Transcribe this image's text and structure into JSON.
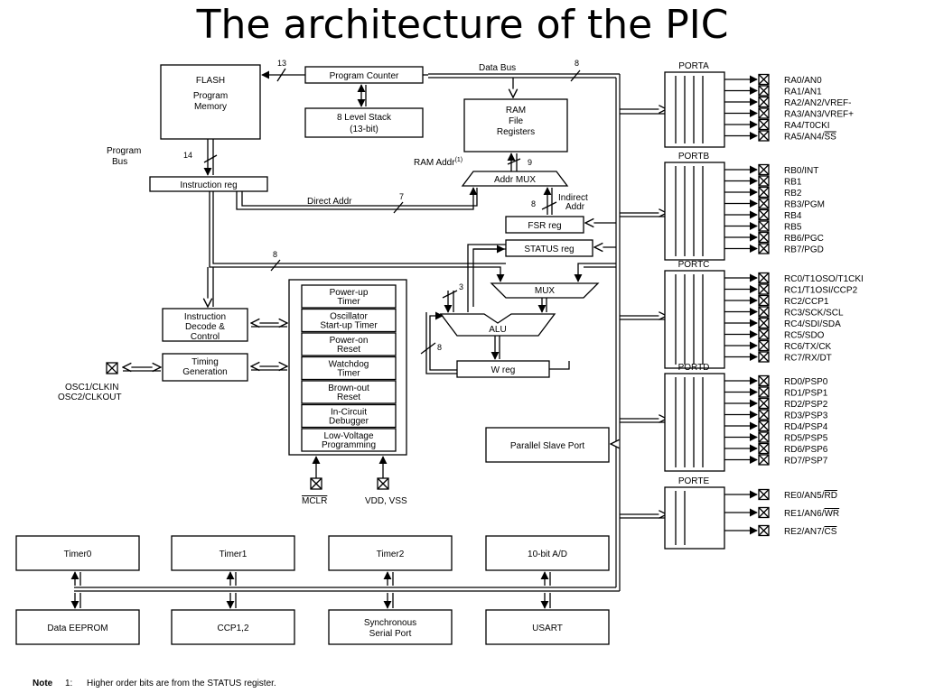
{
  "title": "The architecture of the PIC",
  "core": {
    "flash": [
      "FLASH",
      "Program",
      "Memory"
    ],
    "program_counter": "Program Counter",
    "stack": [
      "8 Level Stack",
      "(13-bit)"
    ],
    "data_bus": "Data Bus",
    "ram": [
      "RAM",
      "File",
      "Registers"
    ],
    "ram_addr": "RAM Addr",
    "ram_addr_note": "(1)",
    "program_bus": [
      "Program",
      "Bus"
    ],
    "instruction_reg": "Instruction reg",
    "addr_mux": "Addr MUX",
    "direct_addr": "Direct Addr",
    "indirect_addr": [
      "Indirect",
      "Addr"
    ],
    "fsr_reg": "FSR reg",
    "status_reg": "STATUS reg",
    "mux": "MUX",
    "alu": "ALU",
    "w_reg": "W reg",
    "instruction_decode": [
      "Instruction",
      "Decode &",
      "Control"
    ],
    "timing_generation": [
      "Timing",
      "Generation"
    ],
    "osc": [
      "OSC1/CLKIN",
      "OSC2/CLKOUT"
    ],
    "parallel_slave_port": "Parallel Slave Port",
    "mclr": "MCLR",
    "vdd_vss": "VDD, VSS"
  },
  "bus_widths": {
    "pc": "13",
    "data_bus": "8",
    "program_bus": "14",
    "ram_addr": "9",
    "direct_addr": "7",
    "indirect_addr": "8",
    "internal": "8",
    "alu_in": "3",
    "w_loop": "8"
  },
  "control_stack": [
    [
      "Power-up",
      "Timer"
    ],
    [
      "Oscillator",
      "Start-up Timer"
    ],
    [
      "Power-on",
      "Reset"
    ],
    [
      "Watchdog",
      "Timer"
    ],
    [
      "Brown-out",
      "Reset"
    ],
    [
      "In-Circuit",
      "Debugger"
    ],
    [
      "Low-Voltage",
      "Programming"
    ]
  ],
  "ports": [
    {
      "name": "PORTA",
      "pins": [
        "RA0/AN0",
        "RA1/AN1",
        "RA2/AN2/VREF-",
        "RA3/AN3/VREF+",
        "RA4/T0CKI",
        "RA5/AN4/SS"
      ]
    },
    {
      "name": "PORTB",
      "pins": [
        "RB0/INT",
        "RB1",
        "RB2",
        "RB3/PGM",
        "RB4",
        "RB5",
        "RB6/PGC",
        "RB7/PGD"
      ]
    },
    {
      "name": "PORTC",
      "pins": [
        "RC0/T1OSO/T1CKI",
        "RC1/T1OSI/CCP2",
        "RC2/CCP1",
        "RC3/SCK/SCL",
        "RC4/SDI/SDA",
        "RC5/SDO",
        "RC6/TX/CK",
        "RC7/RX/DT"
      ]
    },
    {
      "name": "PORTD",
      "pins": [
        "RD0/PSP0",
        "RD1/PSP1",
        "RD2/PSP2",
        "RD3/PSP3",
        "RD4/PSP4",
        "RD5/PSP5",
        "RD6/PSP6",
        "RD7/PSP7"
      ]
    },
    {
      "name": "PORTE",
      "pins": [
        "RE0/AN5/RD",
        "RE1/AN6/WR",
        "RE2/AN7/CS"
      ]
    }
  ],
  "peripherals_top": [
    "Timer0",
    "Timer1",
    "Timer2",
    "10-bit A/D"
  ],
  "peripherals_bottom": [
    [
      "Data EEPROM"
    ],
    [
      "CCP1,2"
    ],
    [
      "Synchronous",
      "Serial Port"
    ],
    [
      "USART"
    ]
  ],
  "note": {
    "label": "Note",
    "number": "1:",
    "text": "Higher order bits are from the STATUS register."
  }
}
